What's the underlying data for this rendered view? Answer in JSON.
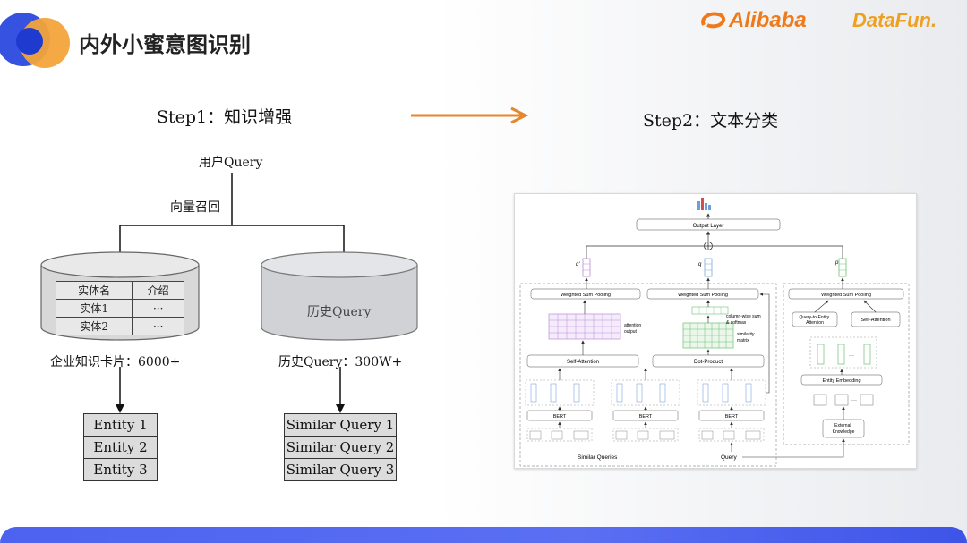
{
  "header": {
    "title": "内外小蜜意图识别",
    "logo_alibaba": "Alibaba",
    "logo_datafun": "DataFun."
  },
  "steps": {
    "step1": "Step1：知识增强",
    "step2": "Step2：文本分类"
  },
  "flow": {
    "user_query": "用户Query",
    "recall_label": "向量召回",
    "kb_columns": [
      "实体名",
      "介绍"
    ],
    "kb_rows": [
      [
        "实体1",
        "···"
      ],
      [
        "实体2",
        "···"
      ]
    ],
    "history_db_label": "历史Query",
    "kb_caption": "企业知识卡片：6000+",
    "history_caption": "历史Query：300W+",
    "entity_list": [
      "Entity 1",
      "Entity 2",
      "Entity 3"
    ],
    "similar_list": [
      "Similar Query 1",
      "Similar Query 2",
      "Similar Query 3"
    ]
  },
  "figure": {
    "output_layer": "Output Layer",
    "q_left": "q'",
    "q_mid": "q",
    "p_right": "p",
    "wsp_left": "Weighted Sum Pooling",
    "wsp_mid": "Weighted Sum Pooling",
    "wsp_right": "Weighted Sum Pooling",
    "attention_output": "attention\noutput",
    "colwise": "column-wise sum\n& softmax",
    "similarity_matrix": "similarity\nmatrix",
    "self_attention_left": "Self-Attention",
    "dot_product": "Dot-Product",
    "q2e_attention": "Query-to-Entity\nAttention",
    "self_attention_right": "Self-Attention",
    "entity_embedding": "Entity Embedding",
    "bert": "BERT",
    "external_knowledge": "External\nKnowledge",
    "similar_queries_label": "Similar Queries",
    "query_label": "Query"
  },
  "colors": {
    "accent_orange": "#e8862a",
    "brand_orange": "#f07a1a",
    "bar_blue": "#4d63f0",
    "grid_purple": "#b98ad6",
    "grid_green": "#6fbf73",
    "vec_blue": "#7fa7d9"
  }
}
